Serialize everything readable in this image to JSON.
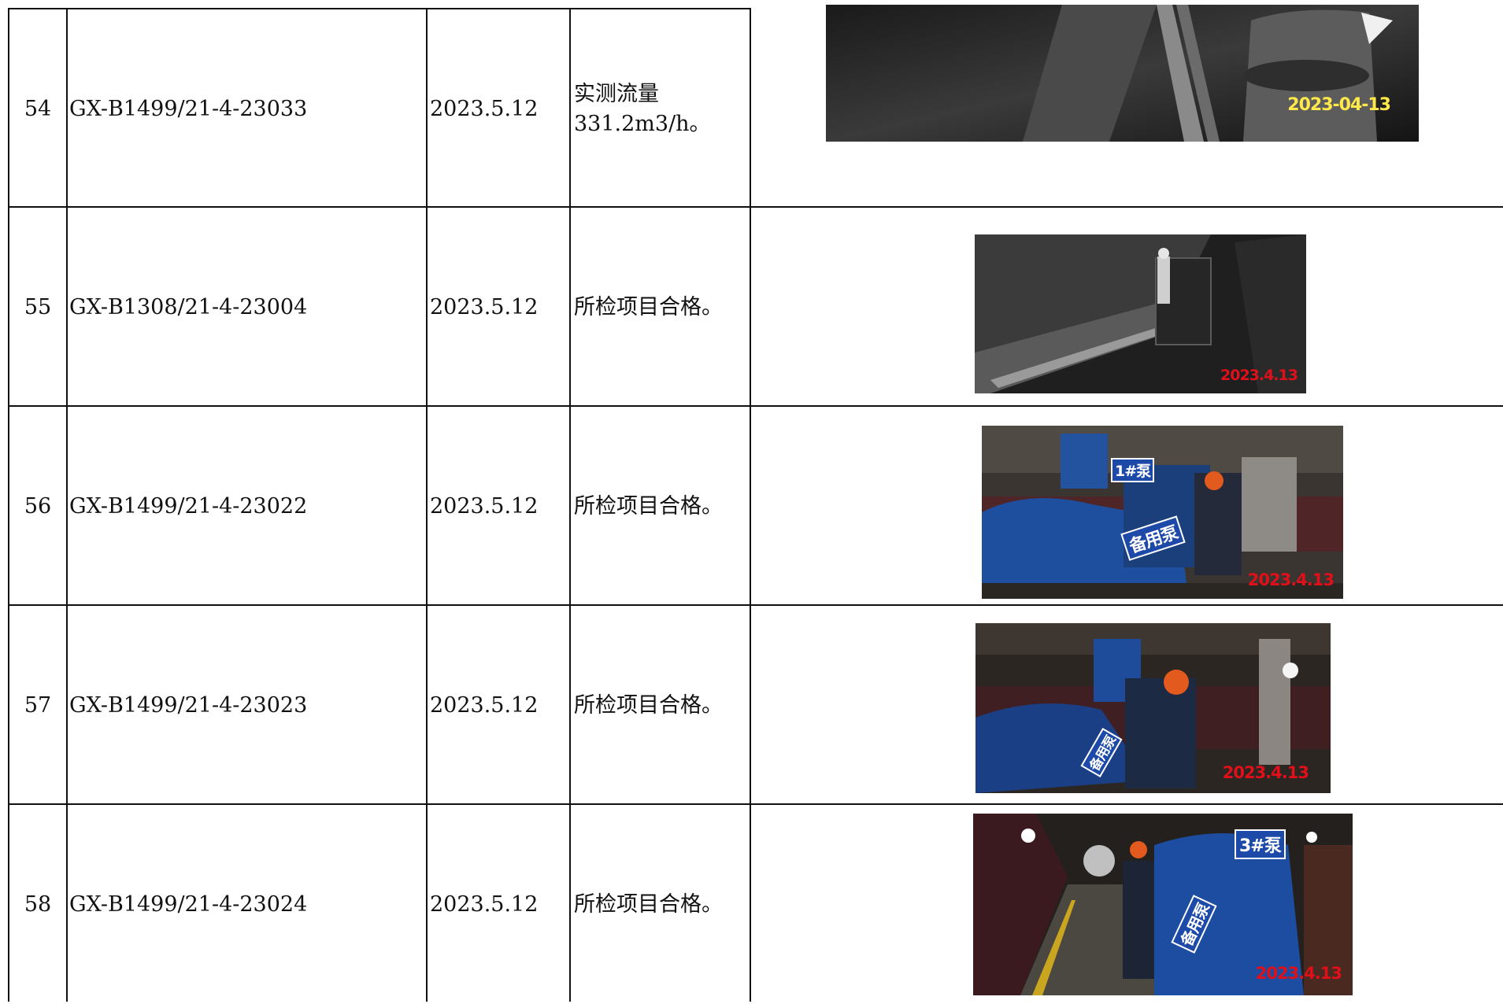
{
  "rows": [
    {
      "no": "54",
      "code": "GX-B1499/21-4-23033",
      "date": "2023.5.12",
      "result": "实测流量\n331.2m3/h。",
      "photo_stamp": "2023-04-13"
    },
    {
      "no": "55",
      "code": "GX-B1308/21-4-23004",
      "date": "2023.5.12",
      "result": "所检项目合格。",
      "photo_stamp": "2023.4.13"
    },
    {
      "no": "56",
      "code": "GX-B1499/21-4-23022",
      "date": "2023.5.12",
      "result": "所检项目合格。",
      "photo_stamp": "2023.4.13",
      "photo_signs": [
        "1#泵",
        "备用泵"
      ]
    },
    {
      "no": "57",
      "code": "GX-B1499/21-4-23023",
      "date": "2023.5.12",
      "result": "所检项目合格。",
      "photo_stamp": "2023.4.13",
      "photo_signs": [
        "备用泵"
      ]
    },
    {
      "no": "58",
      "code": "GX-B1499/21-4-23024",
      "date": "2023.5.12",
      "result": "所检项目合格。",
      "photo_stamp": "2023.4.13",
      "photo_signs": [
        "3#泵",
        "备用泵"
      ]
    }
  ],
  "colors": {
    "stamp_yellow": "#ffe94a",
    "stamp_red": "#e0101a",
    "border": "#111111"
  }
}
